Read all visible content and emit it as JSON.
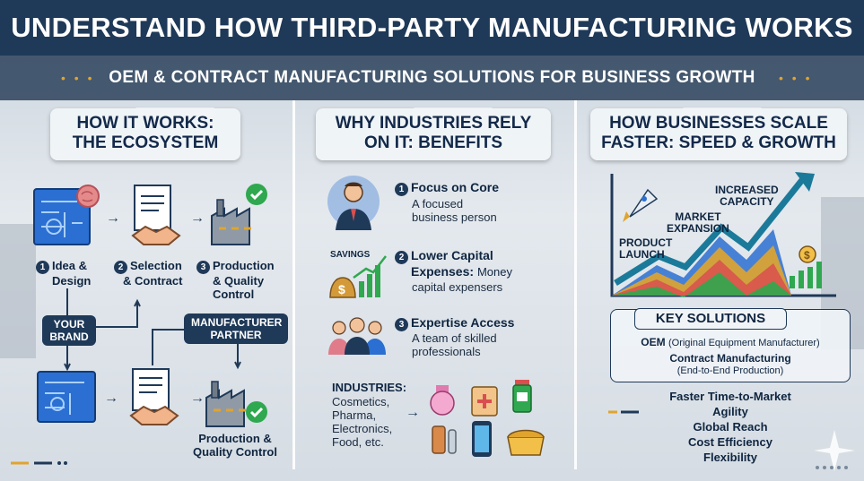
{
  "header": {
    "title": "UNDERSTAND HOW THIRD-PARTY MANUFACTURING WORKS",
    "subtitle": "OEM & CONTRACT MANUFACTURING SOLUTIONS FOR BUSINESS GROWTH"
  },
  "colors": {
    "navy": "#1f3958",
    "orange": "#e0a42e",
    "green": "#2fa84f",
    "blue": "#2a6fd1"
  },
  "col1": {
    "heading": [
      "HOW IT WORKS:",
      "THE ECOSYSTEM"
    ],
    "steps": [
      {
        "num": "1",
        "label": [
          "Idea &",
          "Design"
        ]
      },
      {
        "num": "2",
        "label": [
          "Selection",
          "& Contract"
        ]
      },
      {
        "num": "3",
        "label": [
          "Production",
          "& Quality",
          "Control"
        ]
      }
    ],
    "your_brand": [
      "YOUR",
      "BRAND"
    ],
    "manufacturer_partner": [
      "MANUFACTURER",
      "PARTNER"
    ],
    "bottom_label": [
      "Production &",
      "Quality Control"
    ]
  },
  "col2": {
    "heading": [
      "WHY INDUSTRIES RELY",
      "ON IT: BENEFITS"
    ],
    "savings": "SAVINGS",
    "benefits": [
      {
        "num": "1",
        "title": "Focus on Core",
        "text": [
          "A focused",
          "business person"
        ]
      },
      {
        "num": "2",
        "title": "Lower Capital",
        "title2": "Expenses:",
        "text_inline": "Money",
        "text": [
          "capital expensers"
        ]
      },
      {
        "num": "3",
        "title": "Expertise Access",
        "text": [
          "A team of skilled",
          "professionals"
        ]
      }
    ],
    "industries_title": "INDUSTRIES:",
    "industries": [
      "Cosmetics,",
      "Pharma,",
      "Electronics,",
      "Food, etc."
    ]
  },
  "col3": {
    "heading": [
      "HOW BUSINESSES SCALE",
      "FASTER: SPEED & GROWTH"
    ],
    "chart_labels": {
      "product_launch": [
        "PRODUCT",
        "LAUNCH"
      ],
      "market_expansion": [
        "MARKET",
        "EXPANSION"
      ],
      "increased_capacity": [
        "INCREASED",
        "CAPACITY"
      ]
    },
    "key_solutions": {
      "title": "KEY SOLUTIONS",
      "oem": "OEM",
      "oem_detail": "(Original Equipment Manufacturer)",
      "contract": "Contract Manufacturing",
      "contract_detail": "(End-to-End Production)"
    },
    "outcomes": [
      "Faster Time-to-Market",
      "Agility",
      "Global Reach",
      "Cost Efficiency",
      "Flexibility"
    ]
  }
}
